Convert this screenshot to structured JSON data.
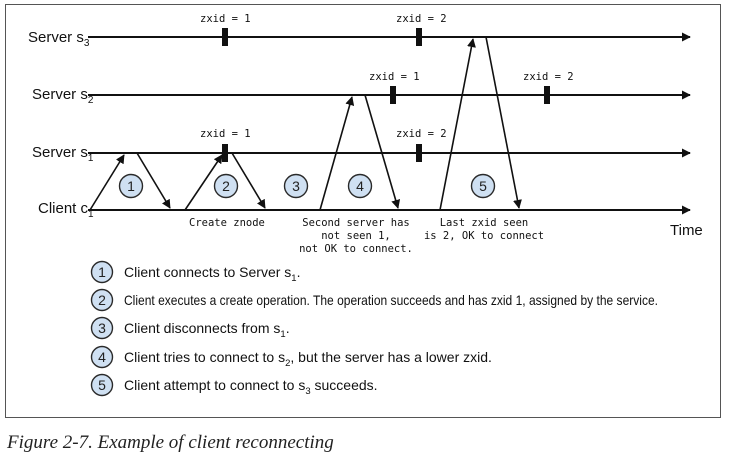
{
  "lanes": [
    {
      "id": "s3",
      "label": "Server s",
      "sub": "3"
    },
    {
      "id": "s2",
      "label": "Server s",
      "sub": "2"
    },
    {
      "id": "s1",
      "label": "Server s",
      "sub": "1"
    },
    {
      "id": "c1",
      "label": "Client c",
      "sub": "1"
    }
  ],
  "time_label": "Time",
  "zxid_marks": [
    {
      "lane": "s3",
      "label": "zxid = 1"
    },
    {
      "lane": "s3",
      "label": "zxid = 2"
    },
    {
      "lane": "s2",
      "label": "zxid = 1"
    },
    {
      "lane": "s2",
      "label": "zxid = 2"
    },
    {
      "lane": "s1",
      "label": "zxid = 1"
    },
    {
      "lane": "s1",
      "label": "zxid = 2"
    }
  ],
  "steps": [
    "1",
    "2",
    "3",
    "4",
    "5"
  ],
  "annotations": {
    "create_znode": "Create znode",
    "second_server": [
      "Second server has",
      "not seen 1,",
      "not OK to connect."
    ],
    "last_zxid": [
      "Last zxid seen",
      "is 2, OK to connect"
    ]
  },
  "legend": [
    {
      "num": "1",
      "pre": "Client connects to Server s",
      "sub": "1",
      "post": "."
    },
    {
      "num": "2",
      "pre": "Client executes a create operation. The operation succeeds and has zxid 1, assigned by the service.",
      "sub": "",
      "post": ""
    },
    {
      "num": "3",
      "pre": "Client disconnects from s",
      "sub": "1",
      "post": "."
    },
    {
      "num": "4",
      "pre": "Client tries to connect to s",
      "sub": "2",
      "post": ", but the server has a lower zxid."
    },
    {
      "num": "5",
      "pre": "Client attempt to connect to s",
      "sub": "3",
      "post": " succeeds."
    }
  ],
  "caption": "Figure 2-7. Example of client reconnecting",
  "colors": {
    "line": "#111111",
    "circle_fill": "#cfe0f2",
    "circle_stroke": "#2a2a2a"
  }
}
